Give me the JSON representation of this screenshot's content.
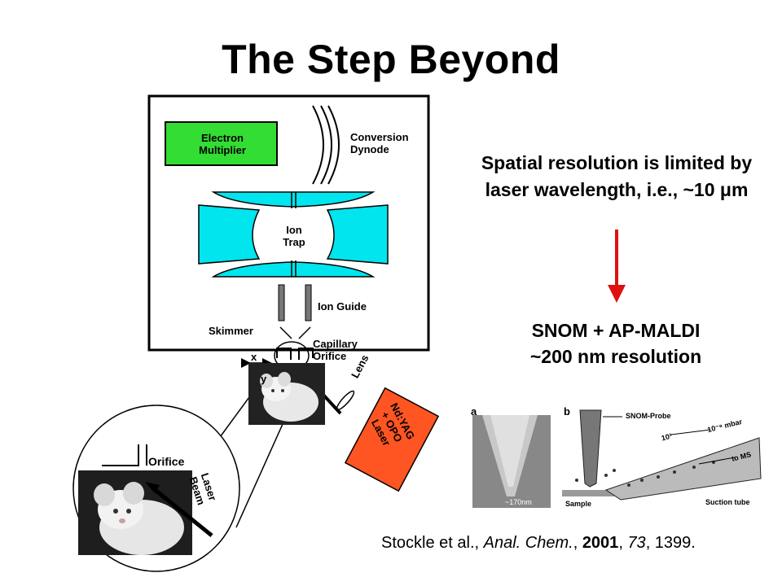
{
  "slide": {
    "title": "The Step Beyond"
  },
  "diagram": {
    "electron_multiplier": "Electron Multiplier",
    "conversion_dynode": "Conversion Dynode",
    "ion_trap": "Ion Trap",
    "ion_guide": "Ion Guide",
    "skimmer": "Skimmer",
    "capillary_orifice": "Capillary Orifice",
    "lens": "Lens",
    "laser_source": "Nd:YAG + OPO Laser",
    "axis_x": "x",
    "axis_y": "y",
    "inset_orifice": "Orifice",
    "inset_laser_beam": "Laser Beam",
    "colors": {
      "multiplier": "#33dd33",
      "trap": "#00e5ee",
      "laser_box": "#ff5522",
      "arrow": "#dd1111"
    }
  },
  "notes": {
    "limit": "Spatial resolution is limited by laser wavelength, i.e., ~10 μm",
    "snom_line1": "SNOM + AP-MALDI",
    "snom_line2": "~200 nm resolution"
  },
  "micrograph": {
    "panel_a": "a",
    "panel_b": "b",
    "scale": "~170nm",
    "snom_probe": "SNOM-Probe",
    "pressure_low": "10³",
    "pressure_high": "10⁻⁸ mbar",
    "to_ms": "to MS",
    "sample": "Sample",
    "suction_tube": "Suction tube"
  },
  "citation": {
    "authors": "Stockle et al., ",
    "journal": "Anal. Chem.",
    "sep1": ", ",
    "year": "2001",
    "sep2": ", ",
    "volume": "73",
    "pages": ", 1399."
  }
}
